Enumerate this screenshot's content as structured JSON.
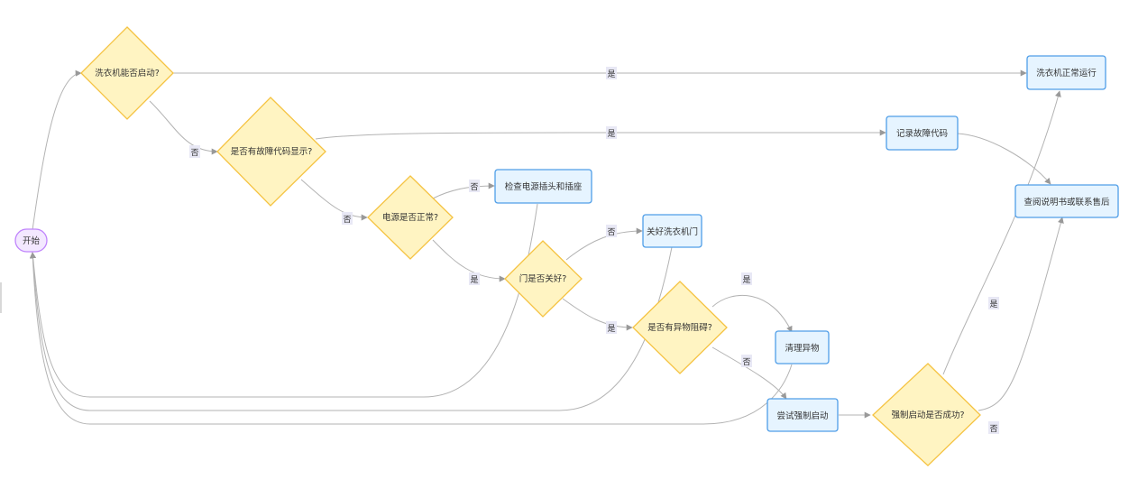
{
  "nodes": {
    "start": "开始",
    "can_start": "洗衣机能否启动?",
    "error_code": "是否有故障代码显示?",
    "power_ok": "电源是否正常?",
    "check_power": "检查电源插头和插座",
    "door_closed": "门是否关好?",
    "close_door": "关好洗衣机门",
    "foreign_object": "是否有异物阻碍?",
    "clear_object": "清理异物",
    "force_start": "尝试强制启动",
    "force_success": "强制启动是否成功?",
    "record_code": "记录故障代码",
    "normal_run": "洗衣机正常运行",
    "consult_manual": "查阅说明书或联系售后"
  },
  "edge_labels": {
    "can_start_yes": "是",
    "can_start_no": "否",
    "error_code_yes": "是",
    "error_code_no": "否",
    "power_no": "否",
    "power_yes": "是",
    "door_no": "否",
    "door_yes": "是",
    "foreign_yes": "是",
    "foreign_no": "否",
    "force_yes": "是",
    "force_no": "否"
  },
  "colors": {
    "decision_fill": "#fff4c2",
    "decision_stroke": "#f5c342",
    "process_fill": "#e6f4ff",
    "process_stroke": "#4f9ee8",
    "start_fill": "#f3e8ff",
    "start_stroke": "#c084fc",
    "edge": "#b3b3b3",
    "label_bg": "#e8e8f5"
  }
}
